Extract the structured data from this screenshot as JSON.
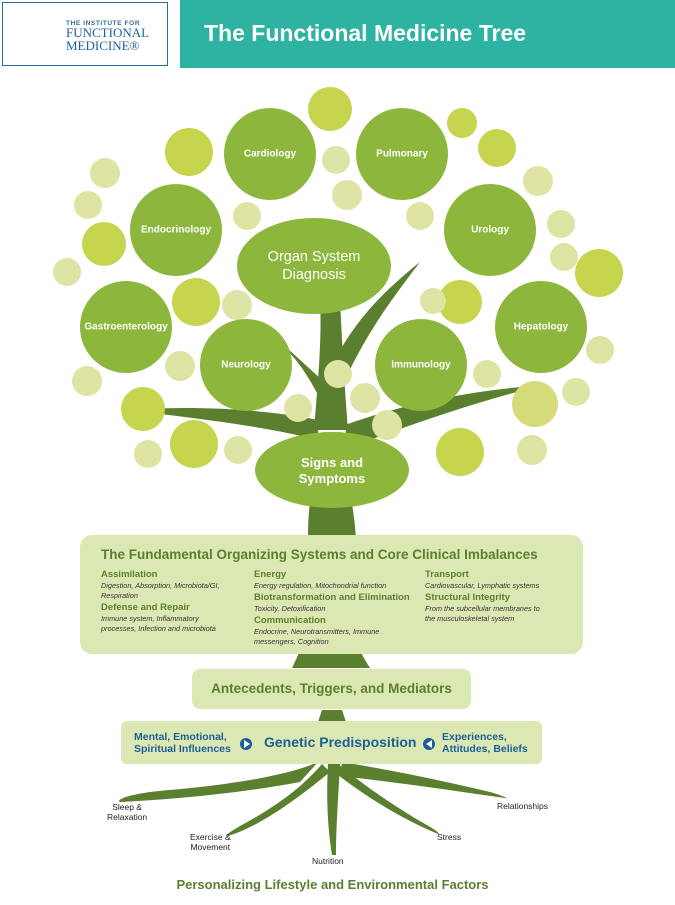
{
  "header": {
    "logo_line1": "THE INSTITUTE FOR",
    "logo_line2": "FUNCTIONAL",
    "logo_line3": "MEDICINE®",
    "title": "The Functional Medicine Tree"
  },
  "colors": {
    "teal": "#2eb3a2",
    "leaf_green": "#8cb63c",
    "lime": "#c6d44e",
    "pale": "#dde4a4",
    "trunk": "#5a7f2e",
    "panel": "#dce8b4",
    "blue_text": "#1c5f96"
  },
  "organs": [
    "Cardiology",
    "Pulmonary",
    "Endocrinology",
    "Urology",
    "Gastroenterology",
    "Hepatology",
    "Neurology",
    "Immunology"
  ],
  "center": {
    "organ_system": "Organ System\nDiagnosis",
    "signs": "Signs and\nSymptoms"
  },
  "core": {
    "title": "The Fundamental Organizing Systems and Core Clinical Imbalances",
    "assimilation": {
      "title": "Assimilation",
      "desc": "Digestion, Absorption, Microbiota/GI,\nRespiration"
    },
    "defense": {
      "title": "Defense and Repair",
      "desc": "Immune system, Inflammatory\nprocesses, Infection and microbiota"
    },
    "energy": {
      "title": "Energy",
      "desc": "Energy regulation, Mitochondrial function"
    },
    "biotransformation": {
      "title": "Biotransformation and Elimination",
      "desc": "Toxicity, Detoxification"
    },
    "communication": {
      "title": "Communication",
      "desc": "Endocrine, Neurotransmitters, Immune\nmessengers, Cognition"
    },
    "transport": {
      "title": "Transport",
      "desc": "Cardiovascular, Lymphatic systems"
    },
    "structural": {
      "title": "Structural Integrity",
      "desc": "From the subcellular membranes to\nthe musculoskeletal system"
    }
  },
  "antecedents": "Antecedents, Triggers, and Mediators",
  "genetic": {
    "left": "Mental, Emotional,\nSpiritual Influences",
    "center": "Genetic Predisposition",
    "right": "Experiences,\nAttitudes, Beliefs"
  },
  "roots": {
    "sleep": "Sleep &\nRelaxation",
    "exercise": "Exercise &\nMovement",
    "nutrition": "Nutrition",
    "stress": "Stress",
    "relationships": "Relationships"
  },
  "footer": "Personalizing Lifestyle and Environmental Factors"
}
